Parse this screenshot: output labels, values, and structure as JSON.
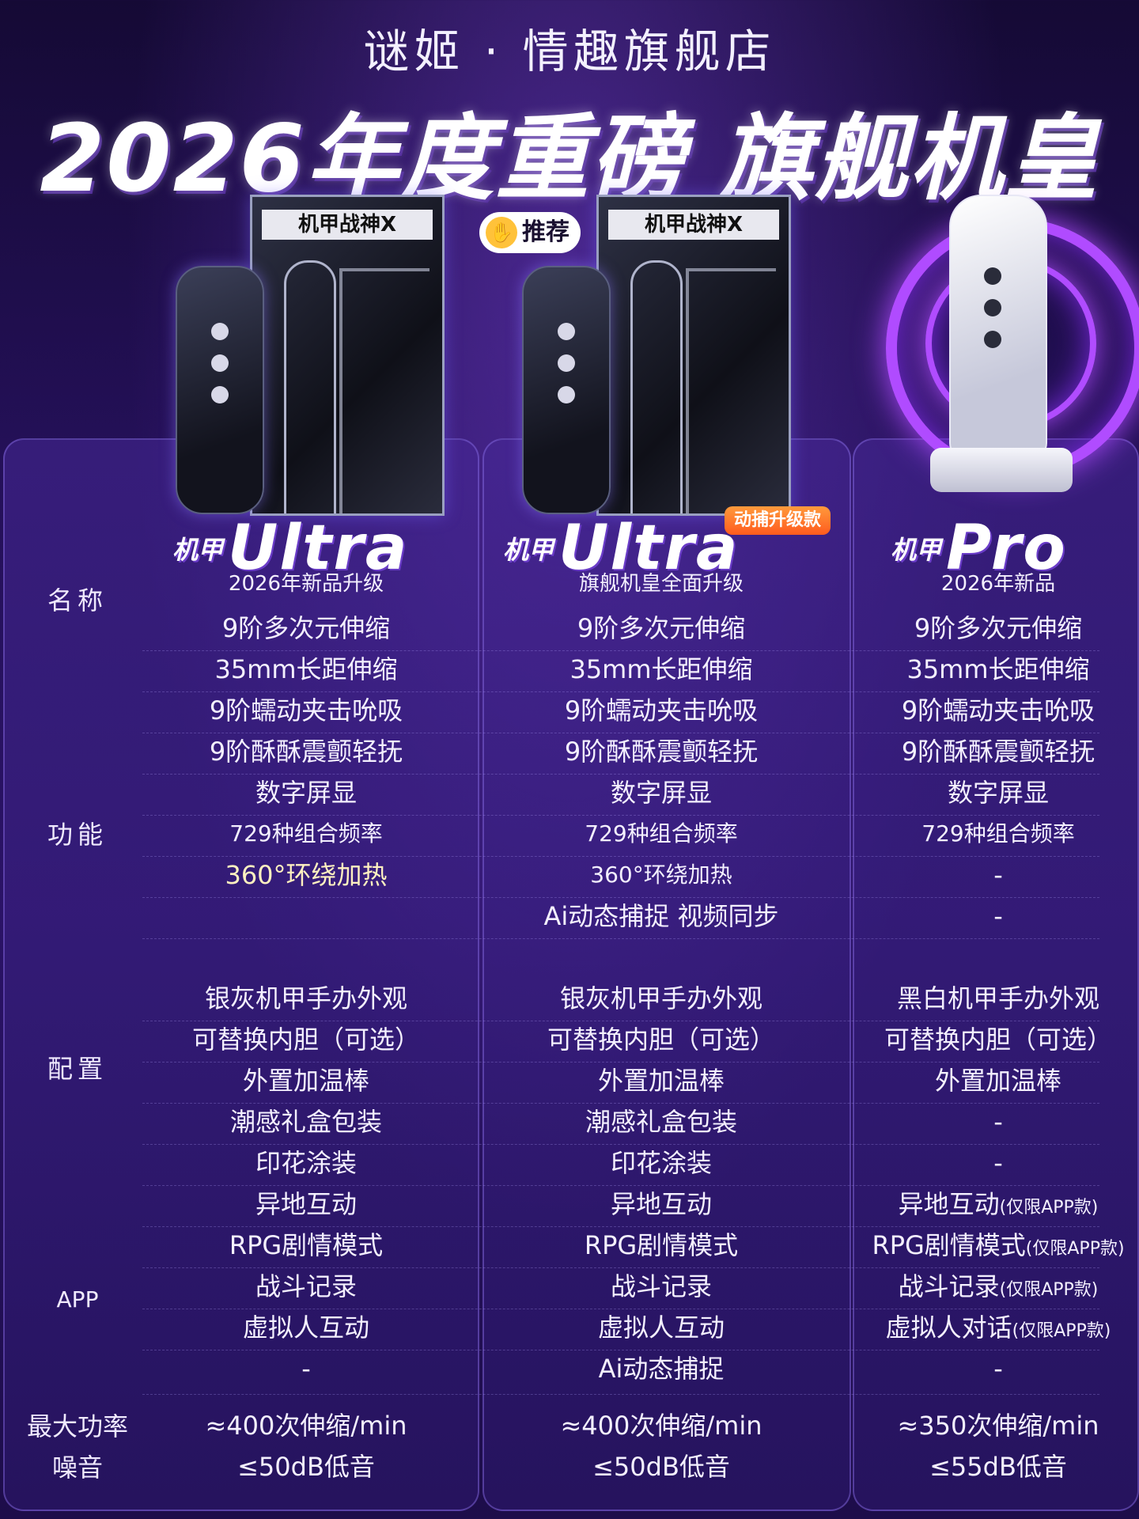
{
  "header": {
    "store": "谜姬 · 情趣旗舰店",
    "headline": "2026年度重磅 旗舰机皇"
  },
  "products": [
    {
      "prefix": "机甲",
      "name": "Ultra",
      "box_label": "机甲战神X"
    },
    {
      "prefix": "机甲",
      "name": "Ultra",
      "box_label": "机甲战神X",
      "badge": "推荐",
      "upgrade_badge": "动捕升级款"
    },
    {
      "prefix": "机甲",
      "name": "Pro"
    }
  ],
  "sections": {
    "name": "名称",
    "function": "功能",
    "config": "配置",
    "app": "APP",
    "power": "最大功率",
    "noise": "噪音"
  },
  "rows": [
    {
      "c1": "2026年新品升级",
      "c2": "旗舰机皇全面升级",
      "c3": "2026年新品"
    },
    {
      "c1": "9阶多次元伸缩",
      "c2": "9阶多次元伸缩",
      "c3": "9阶多次元伸缩"
    },
    {
      "c1": "35mm长距伸缩",
      "c2": "35mm长距伸缩",
      "c3": "35mm长距伸缩"
    },
    {
      "c1": "9阶蠕动夹击吮吸",
      "c2": "9阶蠕动夹击吮吸",
      "c3": "9阶蠕动夹击吮吸"
    },
    {
      "c1": "9阶酥酥震颤轻抚",
      "c2": "9阶酥酥震颤轻抚",
      "c3": "9阶酥酥震颤轻抚"
    },
    {
      "c1": "数字屏显",
      "c2": "数字屏显",
      "c3": "数字屏显"
    },
    {
      "c1": "729种组合频率",
      "c2": "729种组合频率",
      "c3": "729种组合频率"
    },
    {
      "c1": "360°环绕加热",
      "c2": "360°环绕加热",
      "c3": "-"
    },
    {
      "c1": "",
      "c2": "Ai动态捕捉 视频同步",
      "c3": "-"
    },
    {
      "c1": "银灰机甲手办外观",
      "c2": "银灰机甲手办外观",
      "c3": "黑白机甲手办外观"
    },
    {
      "c1": "可替换内胆（可选）",
      "c2": "可替换内胆（可选）",
      "c3": "可替换内胆（可选）"
    },
    {
      "c1": "外置加温棒",
      "c2": "外置加温棒",
      "c3": "外置加温棒"
    },
    {
      "c1": "潮感礼盒包装",
      "c2": "潮感礼盒包装",
      "c3": "-"
    },
    {
      "c1": "印花涂装",
      "c2": "印花涂装",
      "c3": "-"
    },
    {
      "c1": "异地互动",
      "c2": "异地互动",
      "c3": "异地互动",
      "c3_note": "(仅限APP款)"
    },
    {
      "c1": "RPG剧情模式",
      "c2": "RPG剧情模式",
      "c3": "RPG剧情模式",
      "c3_note": "(仅限APP款)"
    },
    {
      "c1": "战斗记录",
      "c2": "战斗记录",
      "c3": "战斗记录",
      "c3_note": "(仅限APP款)"
    },
    {
      "c1": "虚拟人互动",
      "c2": "虚拟人互动",
      "c3": "虚拟人对话",
      "c3_note": "(仅限APP款)"
    },
    {
      "c1": "-",
      "c2": "Ai动态捕捉",
      "c3": "-"
    },
    {
      "c1": "≈400次伸缩/min",
      "c2": "≈400次伸缩/min",
      "c3": "≈350次伸缩/min"
    },
    {
      "c1": "≤50dB低音",
      "c2": "≤50dB低音",
      "c3": "≤55dB低音"
    }
  ]
}
